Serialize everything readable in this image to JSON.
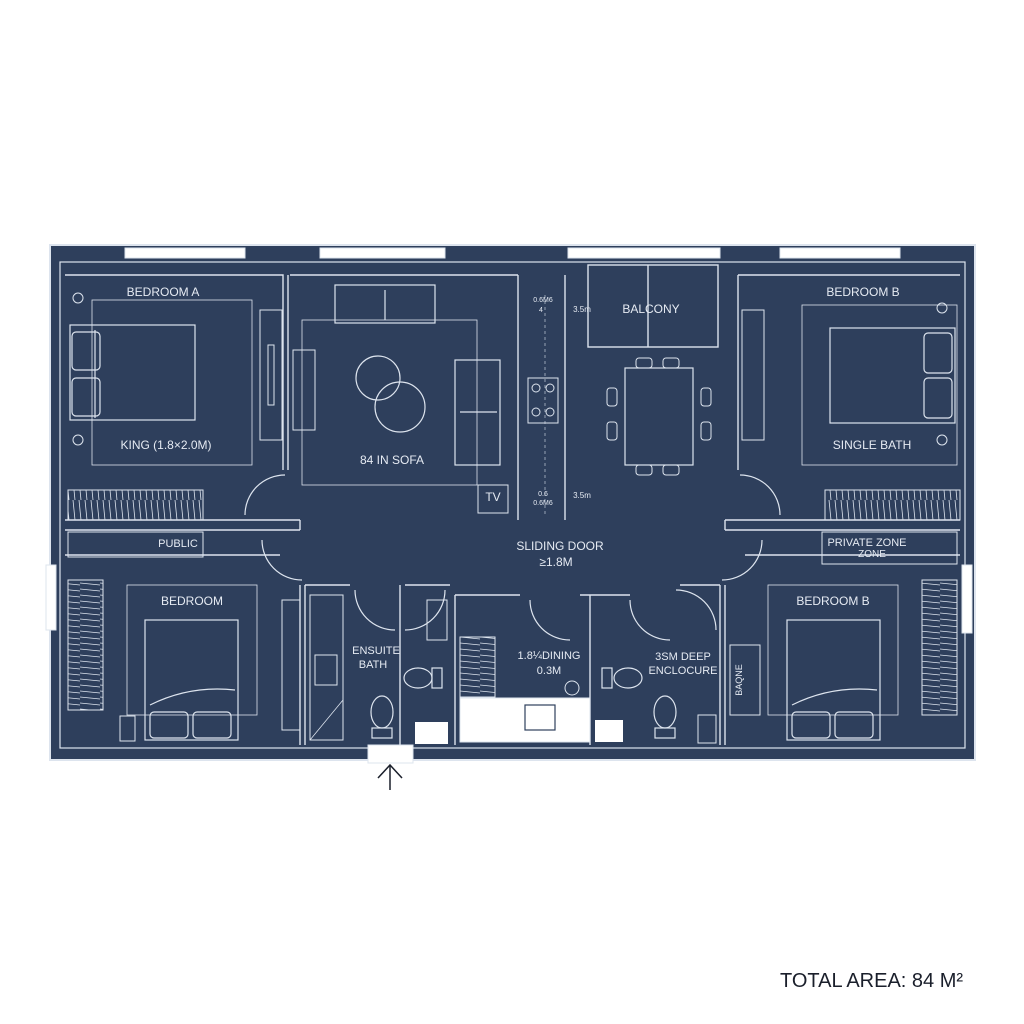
{
  "colors": {
    "background": "#ffffff",
    "plan_fill": "#2e3f5c",
    "wall_line": "#dde4ee",
    "text": "#e6ebf3",
    "caption": "#1a1f2b"
  },
  "labels": {
    "bedroom_a": "BEDROOM A",
    "king": "KING (1.8×2.0M)",
    "sofa": "84 IN SOFA",
    "tv": "TV",
    "balcony": "BALCONY",
    "bedroom_b_top": "BEDROOM B",
    "single_bath": "SINGLE BATH",
    "public": "PUBLIC",
    "sliding_door": "SLIDING DOOR",
    "sliding_door_dim": "≥1.8M",
    "private_zone_1": "PRIVATE ZONE",
    "private_zone_2": "ZONE",
    "bedroom": "BEDROOM",
    "ensuite_1": "ENSUITE",
    "ensuite_2": "BATH",
    "dining_1": "1.8¼DINING",
    "dining_2": "0.3M",
    "deep_1": "3SM DEEP",
    "deep_2": "ENCLOCURE",
    "bedroom_b_bottom": "BEDROOM B",
    "kitchen_dim_top_1": "0.6M6",
    "kitchen_dim_top_2": "4",
    "kitchen_dim_right_top": "3.5m",
    "kitchen_dim_bottom_1": "0.6",
    "kitchen_dim_bottom_2": "0.6M6",
    "kitchen_dim_right_bottom": "3.5m",
    "wardrobe_text": "BAQNE"
  },
  "total_area": "TOTAL AREA: 84 M²",
  "icons": {
    "entry": "entry-arrow-icon",
    "outlet": "outlet-icon",
    "toilet": "toilet-icon",
    "sink": "sink-icon",
    "stove": "stove-icon",
    "bed": "bed-icon",
    "sofa": "sofa-icon",
    "chair": "chair-icon",
    "door": "door-swing-icon"
  }
}
